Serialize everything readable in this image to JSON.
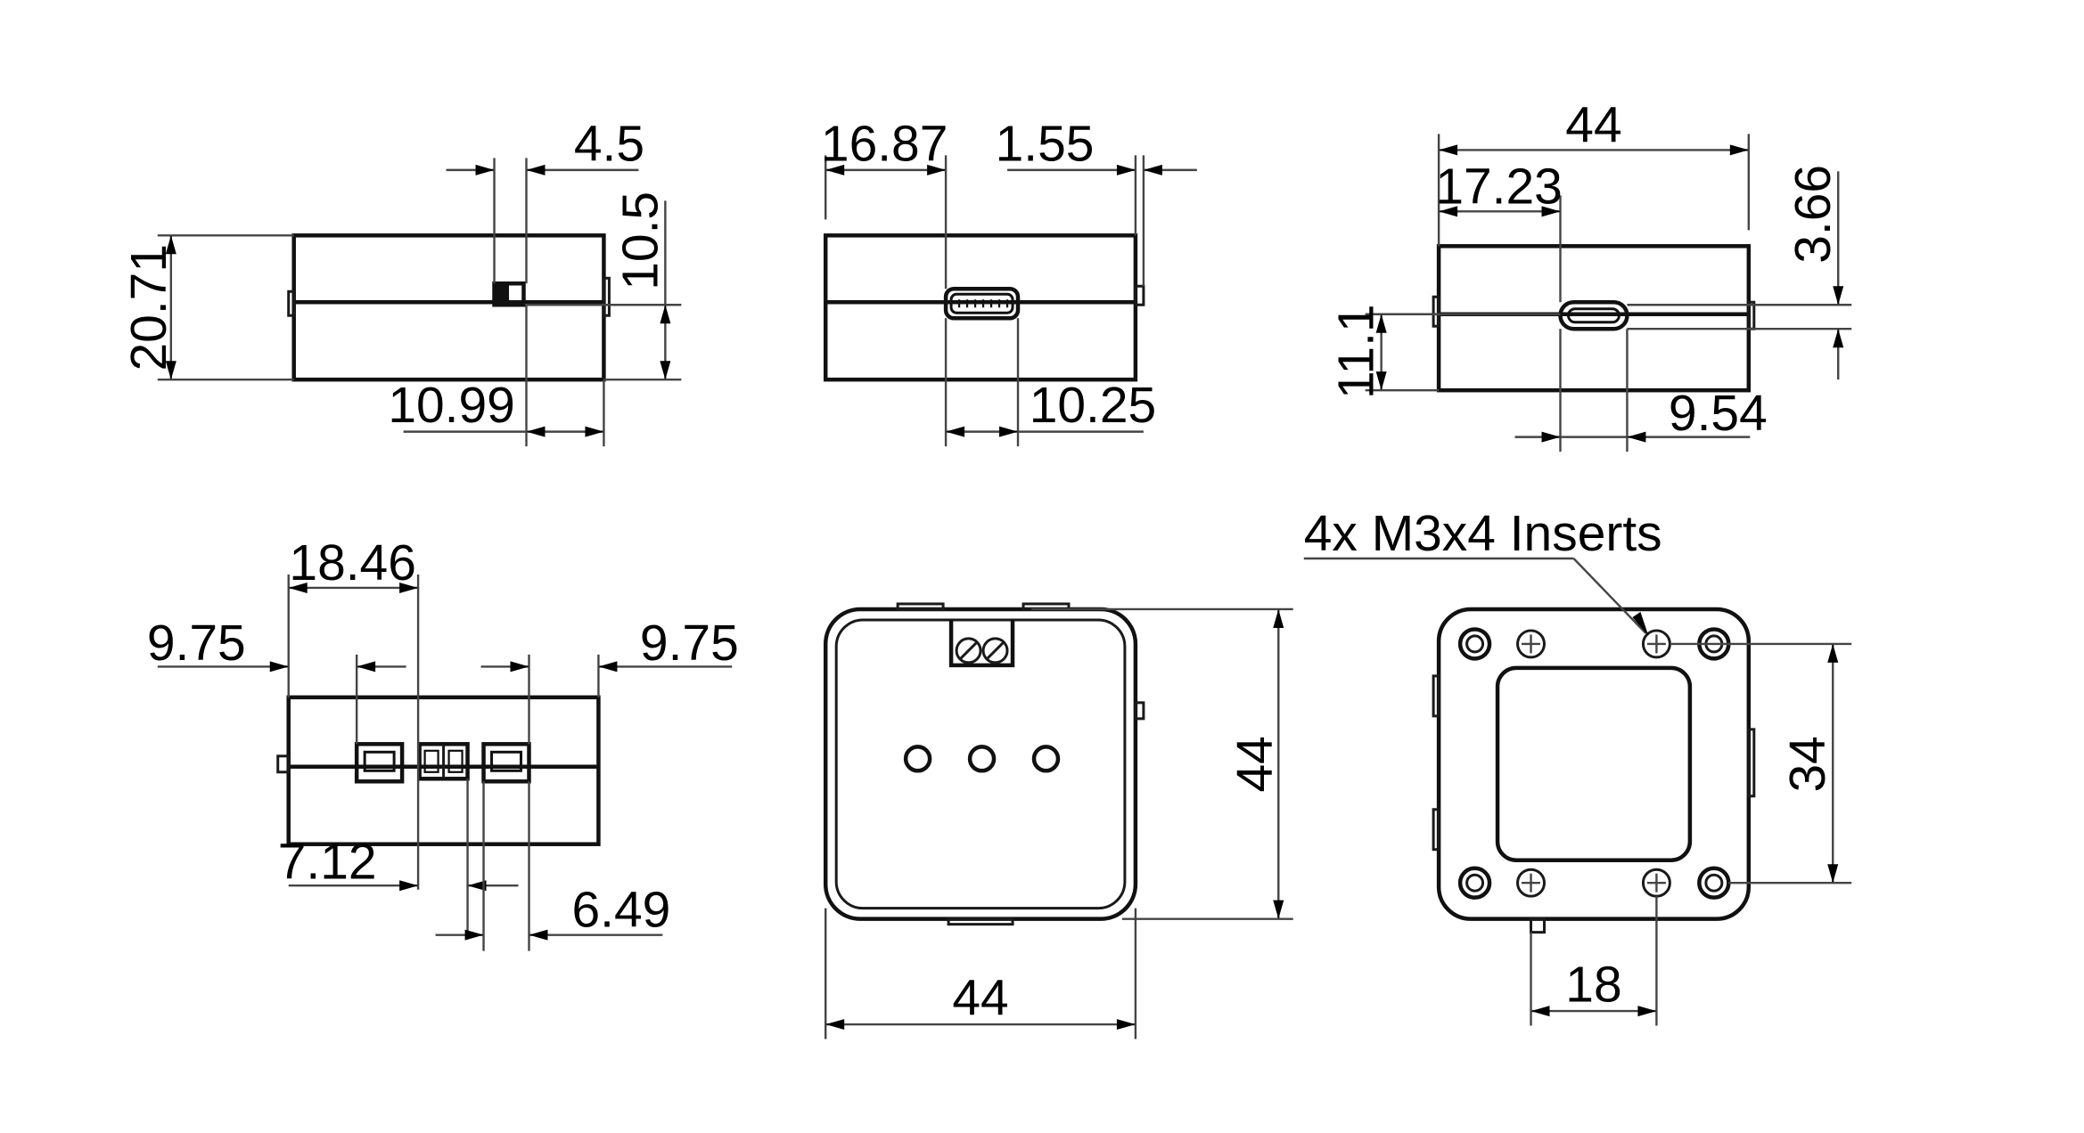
{
  "view_top_left": {
    "dims": {
      "gap": "4.5",
      "height_offset": "10.5",
      "total_height": "20.71",
      "offset_right": "10.99"
    }
  },
  "view_top_middle": {
    "dims": {
      "left_offset": "16.87",
      "tab": "1.55",
      "port_width": "10.25"
    }
  },
  "view_top_right": {
    "dims": {
      "width": "44",
      "left_offset": "17.23",
      "top_offset": "3.66",
      "mid_height": "11.1",
      "port_width": "9.54"
    }
  },
  "view_bottom_left": {
    "dims": {
      "span": "18.46",
      "left_pitch": "9.75",
      "right_pitch": "9.75",
      "lower_left": "7.12",
      "lower_right": "6.49"
    }
  },
  "view_bottom_middle": {
    "dims": {
      "height": "44",
      "width": "44"
    }
  },
  "view_bottom_right": {
    "note": "4x M3x4 Inserts",
    "dims": {
      "height": "34",
      "width": "18"
    }
  }
}
